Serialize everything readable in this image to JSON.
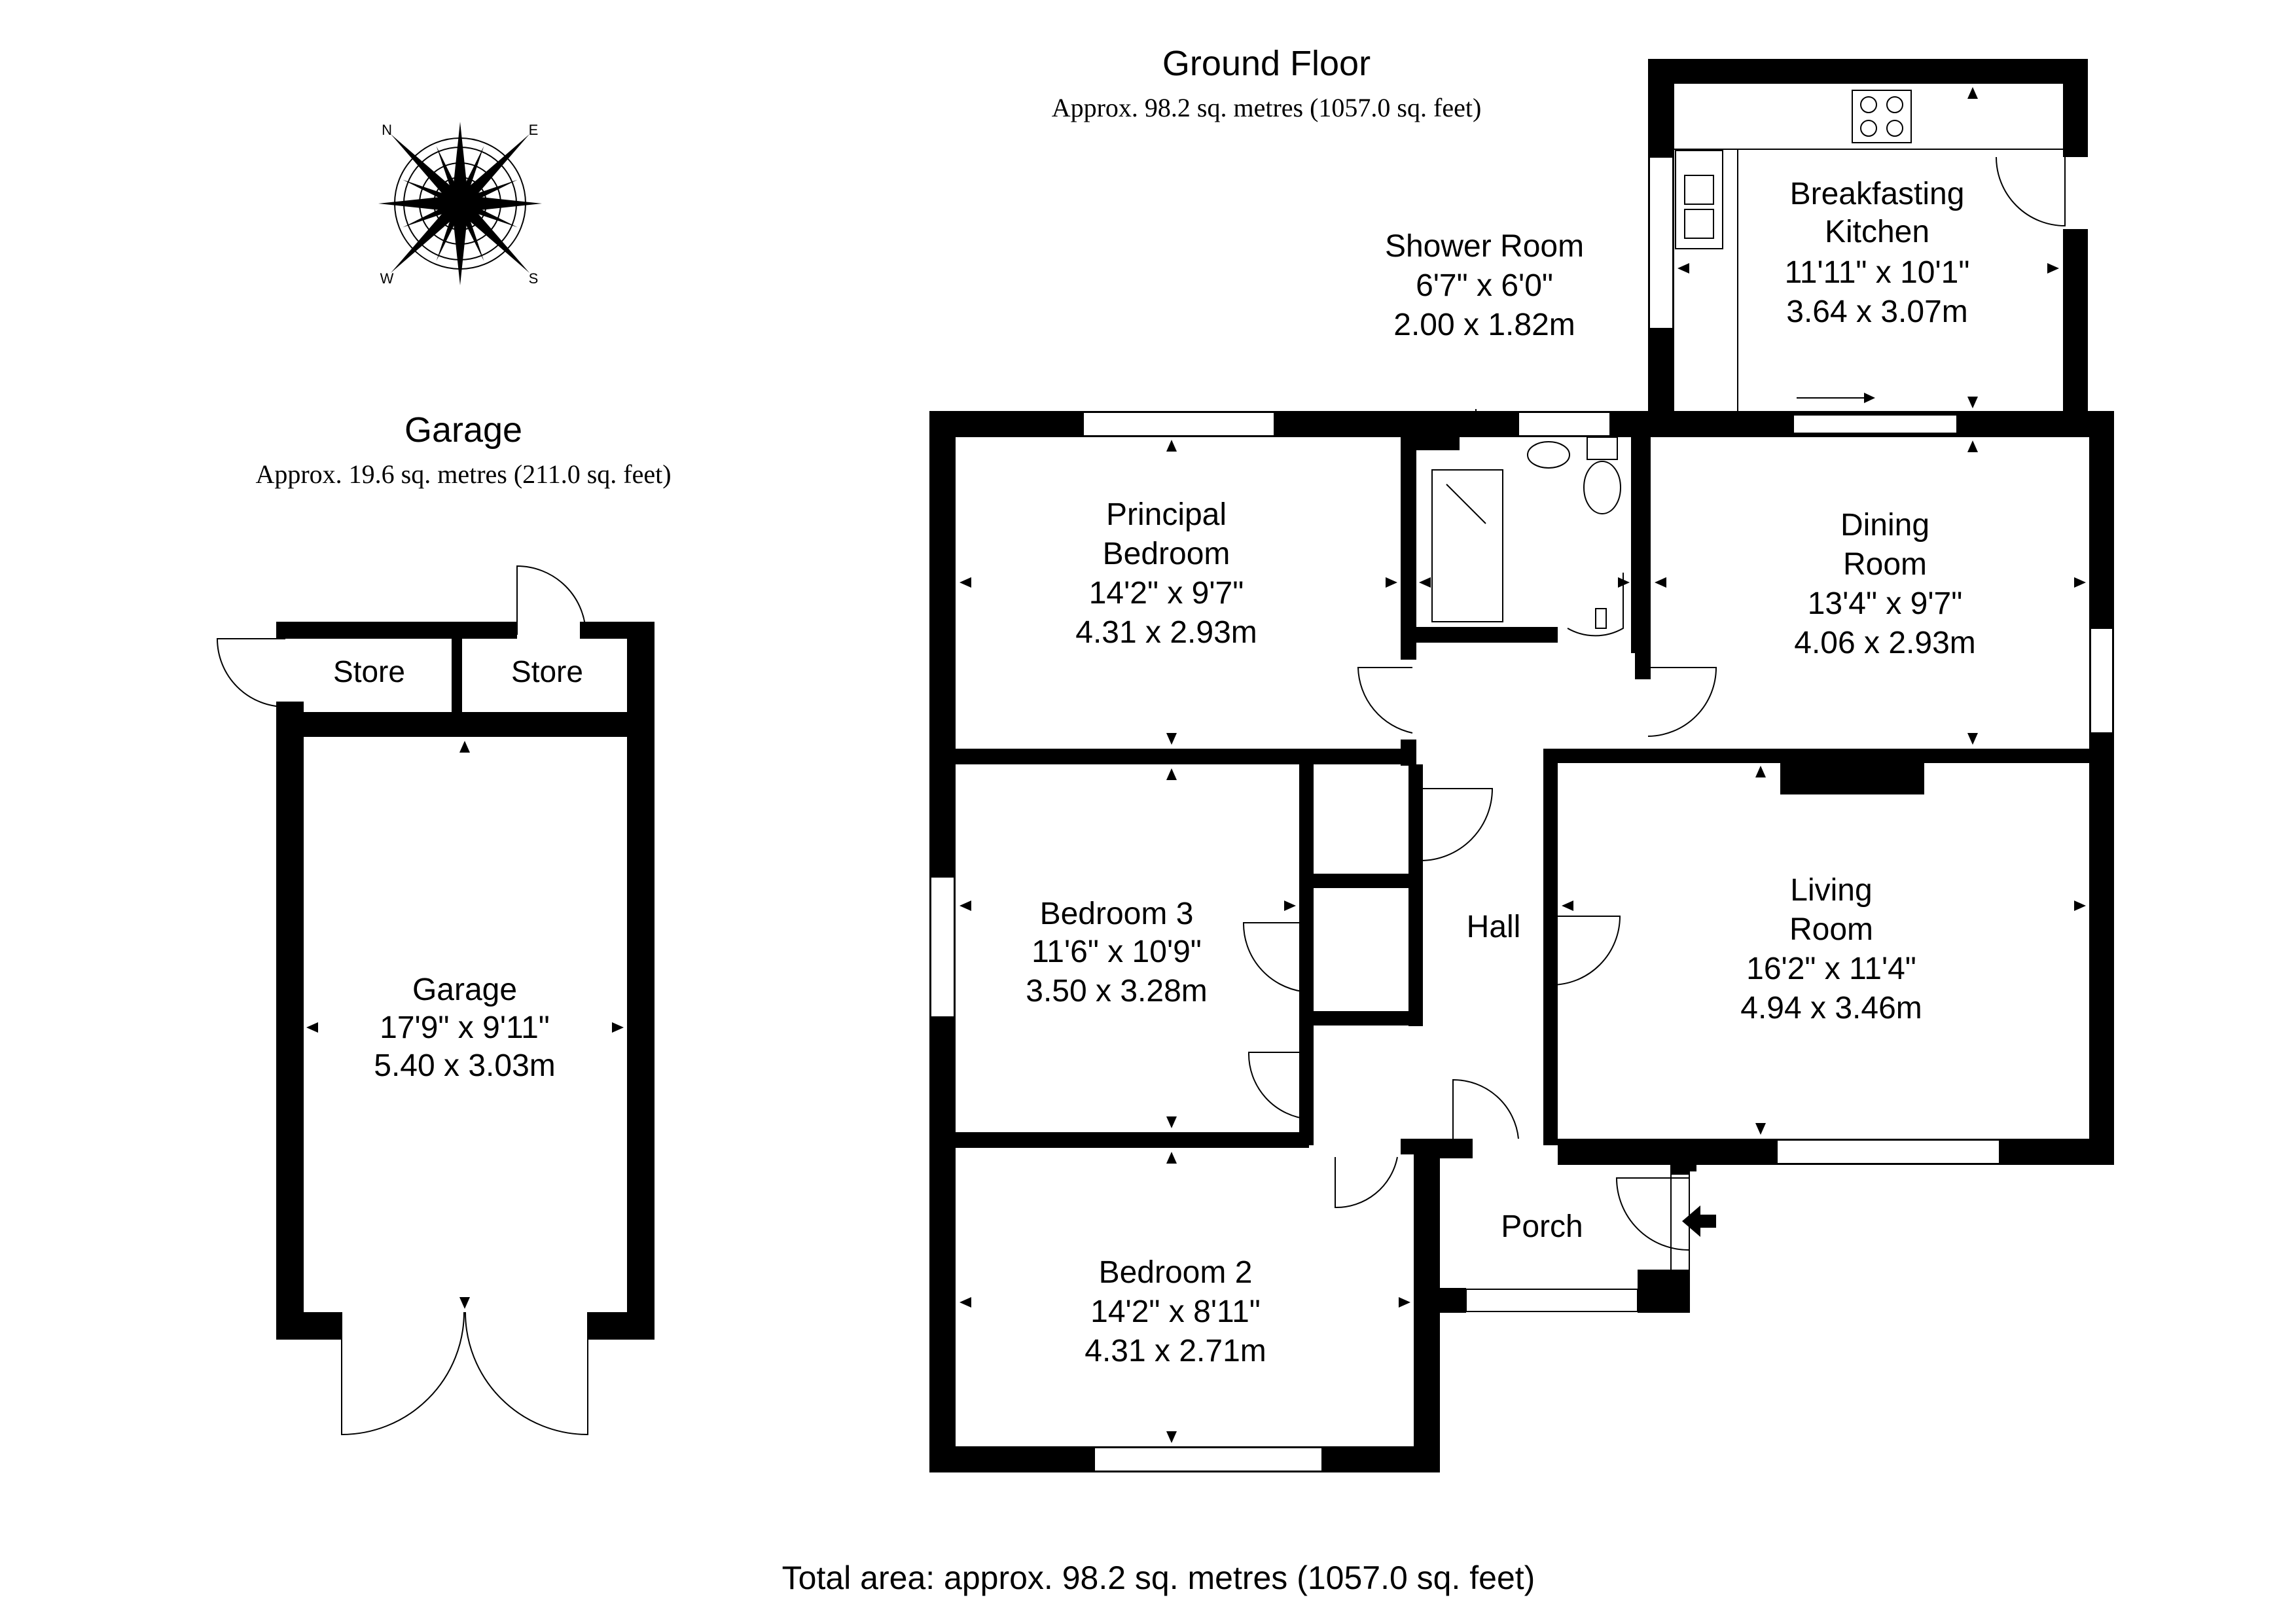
{
  "floors": {
    "ground": {
      "title": "Ground Floor",
      "area": "Approx. 98.2 sq. metres (1057.0 sq. feet)"
    },
    "garage": {
      "title": "Garage",
      "area": "Approx. 19.6 sq. metres (211.0 sq. feet)"
    }
  },
  "total_area": "Total area: approx. 98.2 sq. metres (1057.0 sq. feet)",
  "rooms": {
    "breakfasting_kitchen": {
      "name_1": "Breakfasting",
      "name_2": "Kitchen",
      "imperial": "11'11\" x 10'1\"",
      "metric": "3.64 x 3.07m"
    },
    "shower_room": {
      "name": "Shower Room",
      "imperial": "6'7\" x 6'0\"",
      "metric": "2.00 x 1.82m"
    },
    "principal_bedroom": {
      "name_1": "Principal",
      "name_2": "Bedroom",
      "imperial": "14'2\" x 9'7\"",
      "metric": "4.31 x 2.93m"
    },
    "dining_room": {
      "name_1": "Dining",
      "name_2": "Room",
      "imperial": "13'4\" x 9'7\"",
      "metric": "4.06 x 2.93m"
    },
    "bedroom_3": {
      "name": "Bedroom 3",
      "imperial": "11'6\" x 10'9\"",
      "metric": "3.50 x 3.28m"
    },
    "hall": {
      "name": "Hall"
    },
    "living_room": {
      "name_1": "Living",
      "name_2": "Room",
      "imperial": "16'2\" x 11'4\"",
      "metric": "4.94 x 3.46m"
    },
    "porch": {
      "name": "Porch"
    },
    "bedroom_2": {
      "name": "Bedroom 2",
      "imperial": "14'2\" x 8'11\"",
      "metric": "4.31 x 2.71m"
    },
    "garage": {
      "name": "Garage",
      "imperial": "17'9\" x 9'11\"",
      "metric": "5.40 x 3.03m"
    },
    "store_left": {
      "name": "Store"
    },
    "store_right": {
      "name": "Store"
    }
  },
  "compass": {
    "n": "N",
    "e": "E",
    "s": "S",
    "w": "W"
  }
}
